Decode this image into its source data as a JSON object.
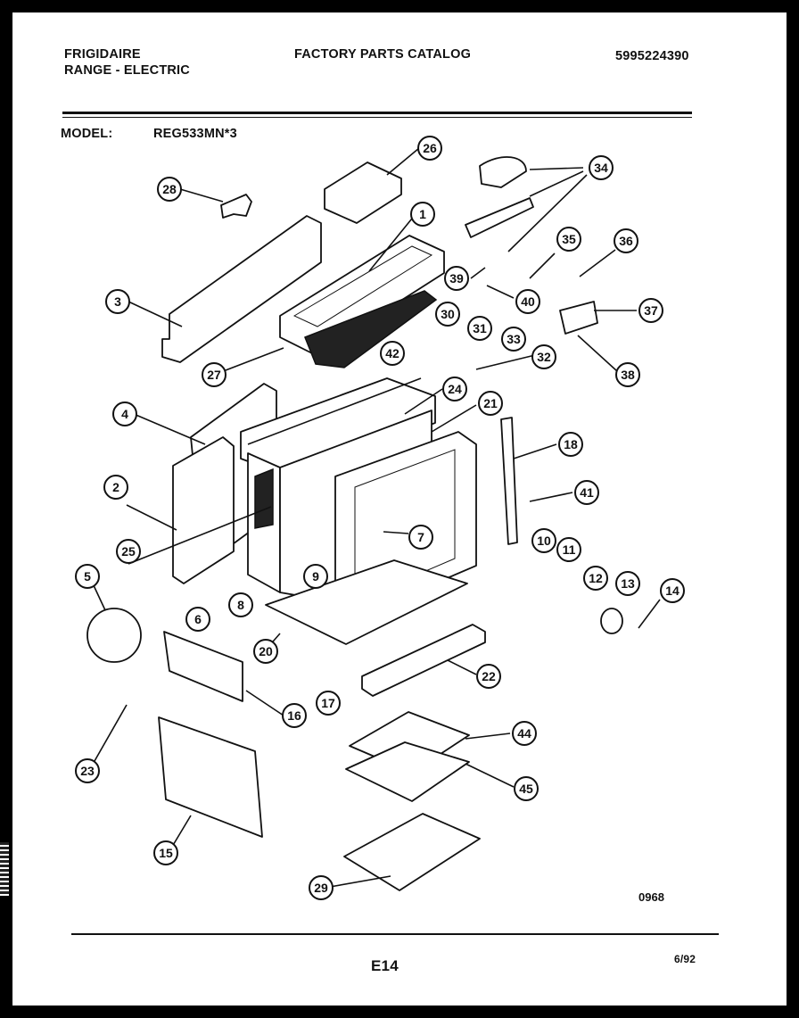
{
  "header": {
    "brand": "FRIGIDAIRE",
    "product": "RANGE - ELECTRIC",
    "catalog_title": "FACTORY PARTS CATALOG",
    "catalog_number": "5995224390",
    "model_label": "MODEL:",
    "model_value": "REG533MN*3"
  },
  "diagram": {
    "callouts": [
      "1",
      "2",
      "3",
      "4",
      "5",
      "6",
      "7",
      "8",
      "9",
      "10",
      "11",
      "12",
      "13",
      "14",
      "15",
      "16",
      "17",
      "18",
      "20",
      "21",
      "22",
      "23",
      "24",
      "25",
      "26",
      "27",
      "28",
      "29",
      "30",
      "31",
      "32",
      "33",
      "34",
      "35",
      "36",
      "37",
      "38",
      "39",
      "40",
      "41",
      "42",
      "44",
      "45"
    ],
    "drawing_number": "0968"
  },
  "footer": {
    "page": "E14",
    "date": "6/92"
  },
  "colors": {
    "ink": "#111111",
    "paper": "#ffffff",
    "frame": "#000000"
  }
}
